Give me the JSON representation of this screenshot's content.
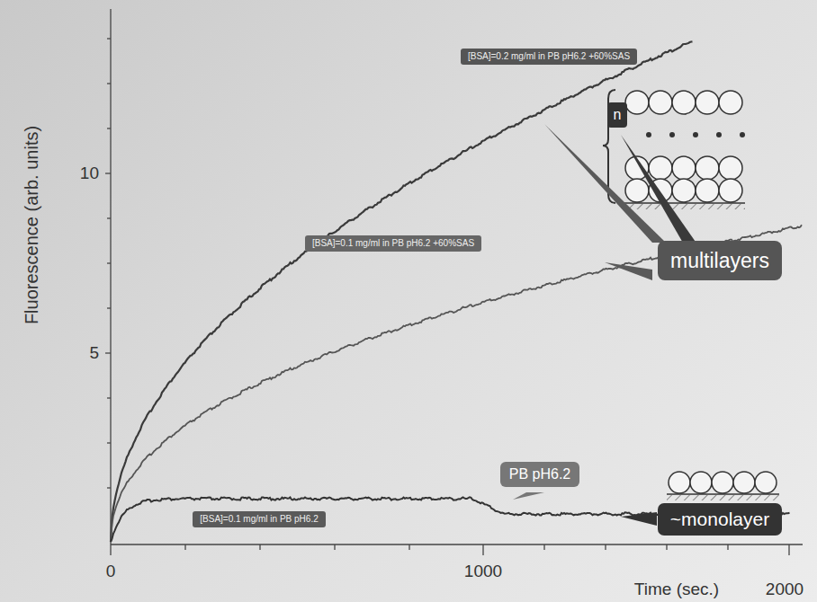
{
  "diagram": {
    "nodes": [
      {
        "text": [
          "[BSA]=0.2 mg/ml in PB pH6.2 +60%SAS"
        ]
      },
      {
        "text": [
          "n"
        ]
      },
      {
        "text": [
          "multilayers"
        ]
      },
      {
        "text": [
          "[BSA]=0.1 mg/ml in PB pH6.2 +60%SAS"
        ]
      },
      {
        "text": [
          "[BSA]=0.1 mg/ml in PB pH6.2"
        ]
      },
      {
        "text": [
          "PB pH6.2"
        ]
      },
      {
        "text": [
          "~monolayer"
        ]
      }
    ],
    "labels": [
      "Fluorescence (arb. units)",
      "10",
      "5",
      "0",
      "1000",
      "Time (sec.)",
      "2000"
    ]
  }
}
